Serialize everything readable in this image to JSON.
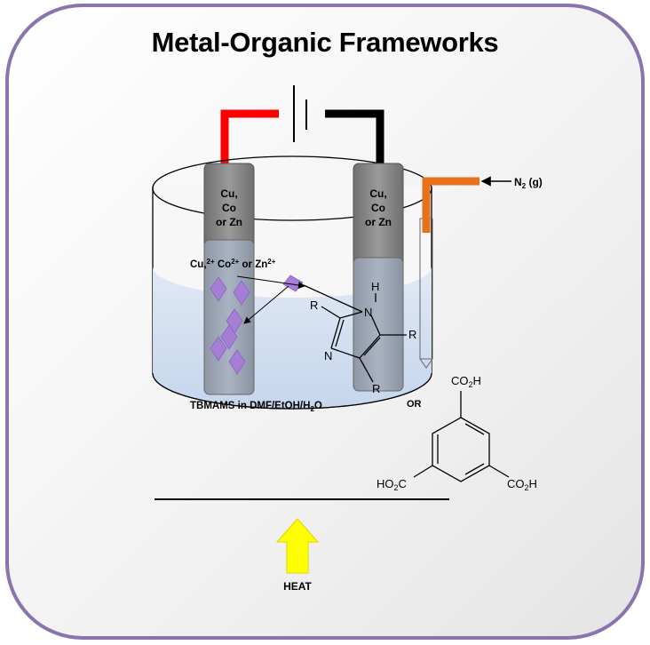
{
  "title": "Metal-Organic Frameworks",
  "electrode_left_label": [
    "Cu,",
    "Co",
    "or Zn"
  ],
  "electrode_right_label": [
    "Cu,",
    "Co",
    "or Zn"
  ],
  "gas_label": "N",
  "gas_subscript": "2",
  "gas_suffix": " (g)",
  "ion_label": {
    "cu": "Cu,",
    "cu_sup": "2+",
    "co": " Co",
    "co_sup": "2+",
    "zn": " or Zn",
    "zn_sup": "2+"
  },
  "solution_label": {
    "prefix": "TBMAMS in DMF/EtOH/H",
    "sub": "2",
    "suffix": "O"
  },
  "imidazole": {
    "r_labels": [
      "R",
      "R",
      "R"
    ],
    "n_top": "N",
    "n_bottom": "N",
    "h": "H"
  },
  "or_label": "OR",
  "trimesic": {
    "top": "CO",
    "top_sub": "2",
    "top_h": "H",
    "left": "HO",
    "left_sub": "2",
    "left_c": "C",
    "right": "CO",
    "right_sub": "2",
    "right_h": "H"
  },
  "heat_label": "HEAT",
  "colors": {
    "anode_wire": "#ff0000",
    "cathode_wire": "#000000",
    "gas_tube": "#e8721c",
    "crystal": "#a57ed6",
    "solution": "#c9d9ef",
    "heat_arrow": "#ffff00",
    "frame_border": "#8a74ae"
  }
}
